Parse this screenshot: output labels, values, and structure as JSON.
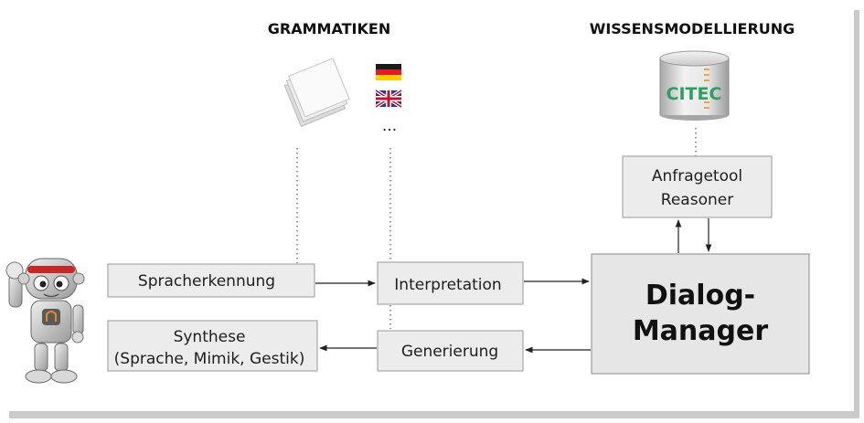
{
  "headings": {
    "grammars": "GRAMMATIKEN",
    "knowledge_modeling": "WISSENSMODELLIERUNG"
  },
  "language_more": "...",
  "knowledge_base": {
    "logo_text": "CITEC"
  },
  "boxes": {
    "query_tool": {
      "line1": "Anfragetool",
      "line2": "Reasoner"
    },
    "speech_recognition": "Spracherkennung",
    "interpretation": "Interpretation",
    "dialog_manager": {
      "line1": "Dialog-",
      "line2": "Manager"
    },
    "synthesis": {
      "line1": "Synthese",
      "line2": "(Sprache, Mimik, Gestik)"
    },
    "generation": "Generierung"
  },
  "icons": {
    "documents": "documents-icon",
    "flag_de": "german-flag-icon",
    "flag_uk": "uk-flag-icon",
    "database": "database-icon",
    "robot": "robot-icon"
  },
  "colors": {
    "box_fill": "#ececec",
    "box_stroke": "#9a9a9a",
    "dm_fill": "#e6e6e6",
    "citec_green": "#2f9e62",
    "citec_orange": "#f2a33a"
  }
}
